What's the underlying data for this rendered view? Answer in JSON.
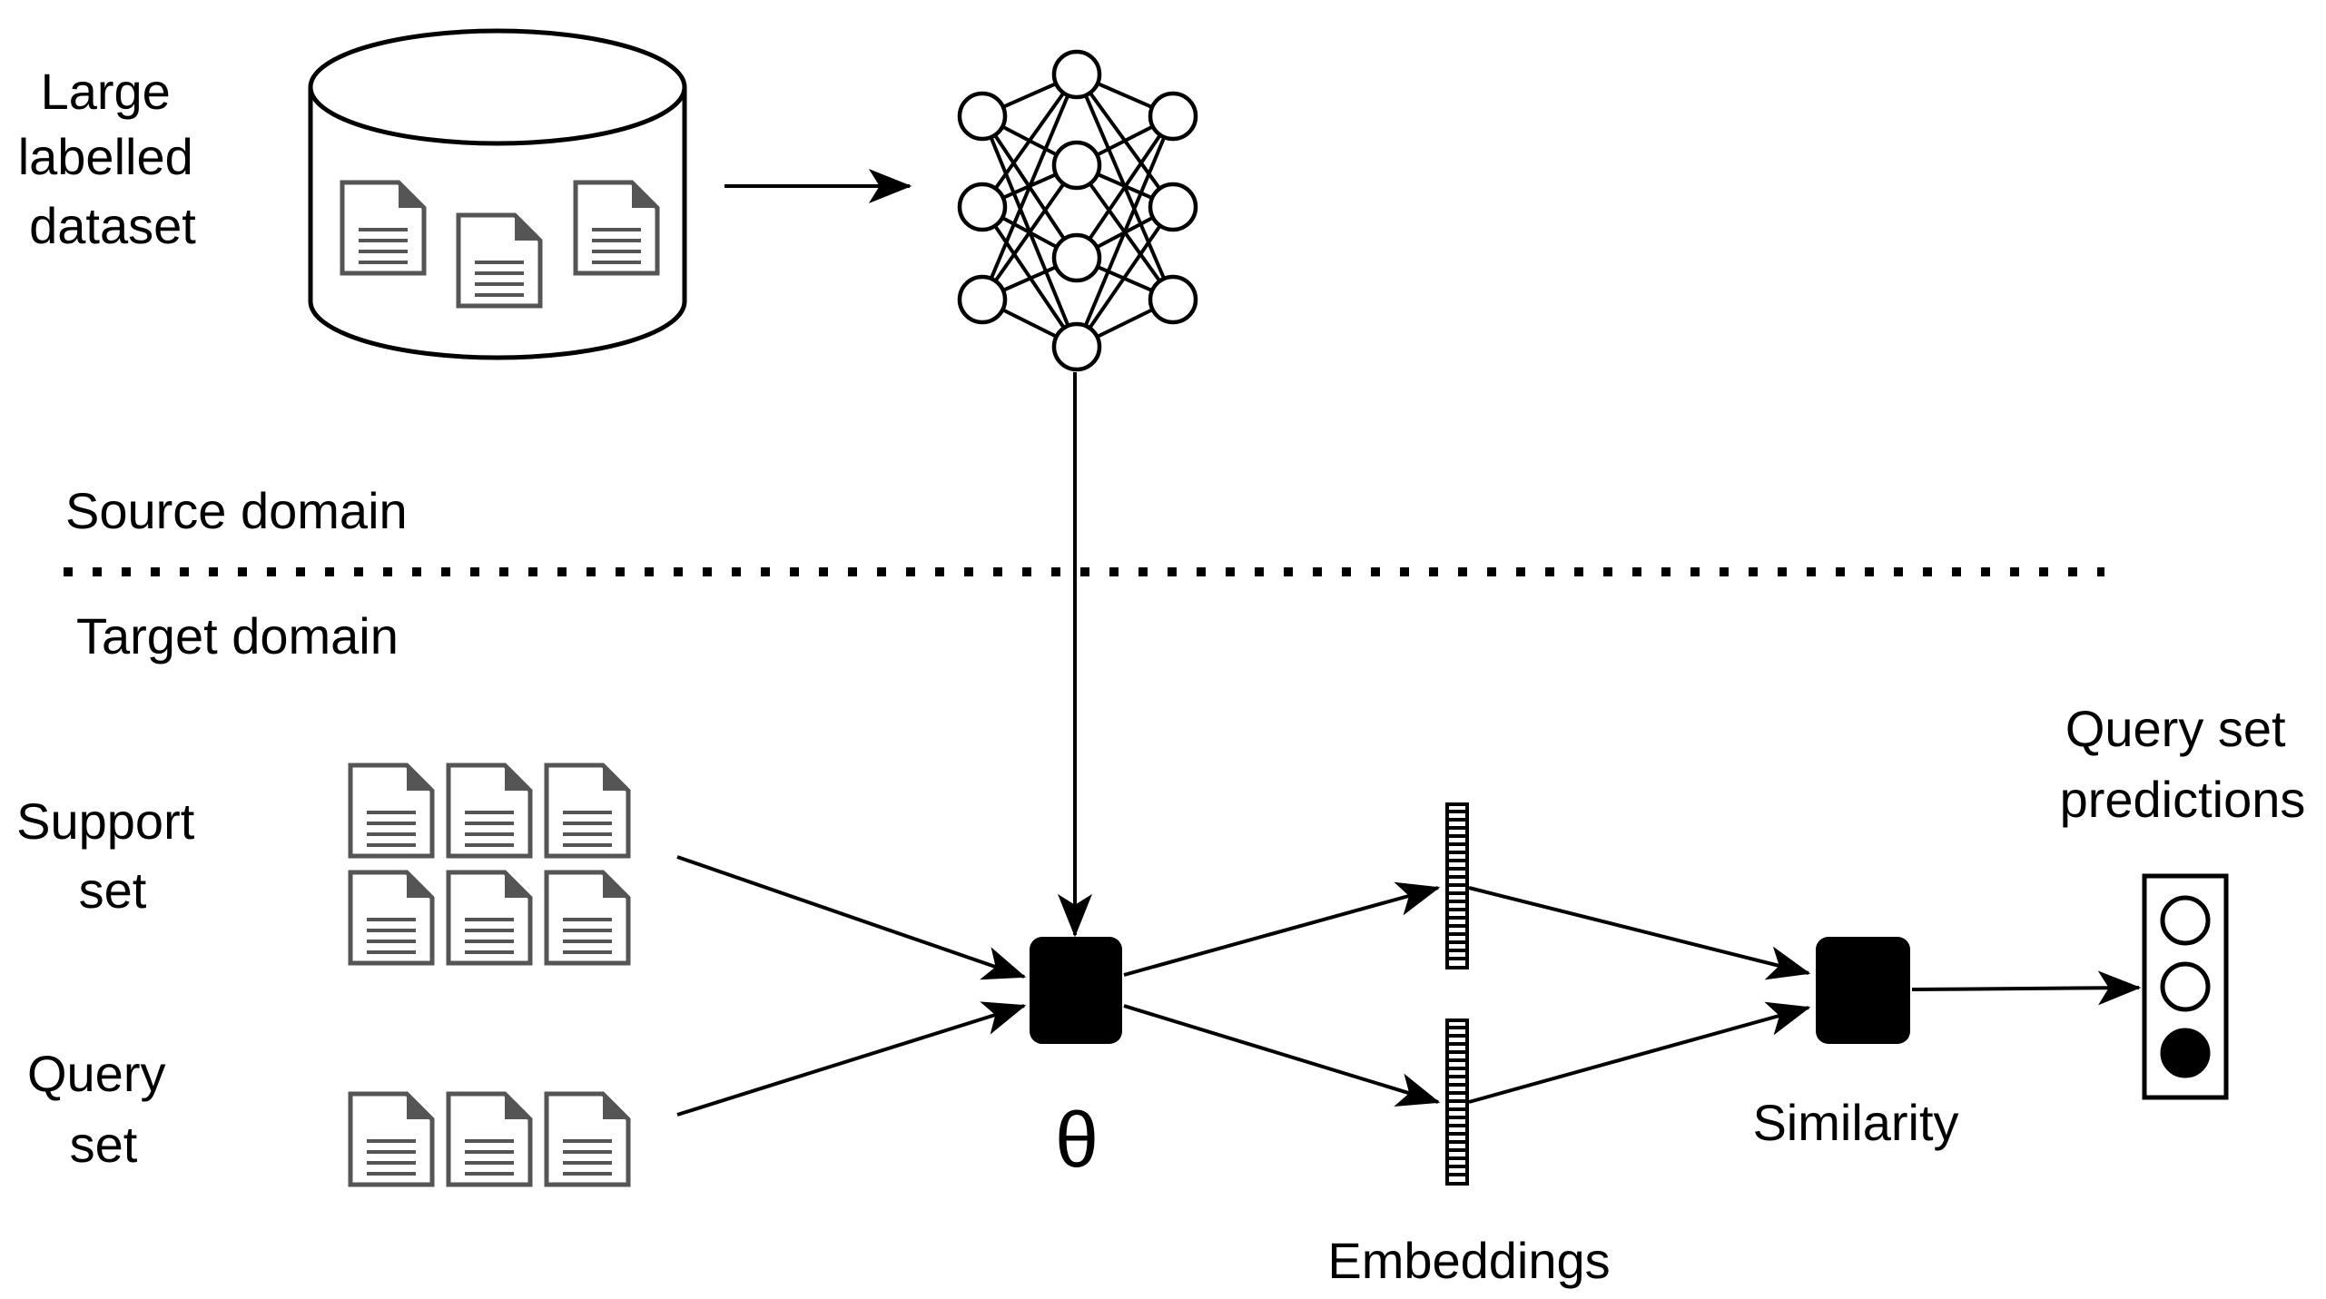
{
  "labels": {
    "large_dataset": [
      "Large",
      "labelled",
      "dataset"
    ],
    "source_domain": "Source domain",
    "target_domain": "Target domain",
    "support_set": [
      "Support",
      "set"
    ],
    "query_set": [
      "Query",
      "set"
    ],
    "model_param": "θ",
    "embeddings": "Embeddings",
    "similarity": "Similarity",
    "predictions": [
      "Query set",
      "predictions"
    ]
  },
  "predictions_indicator": {
    "count": 3,
    "filled_index": 2
  },
  "colors": {
    "ink": "#000000",
    "document": "#555555",
    "background": "#ffffff"
  },
  "icons": [
    "database-icon",
    "neural-network-icon",
    "document-icon",
    "embedding-vector-icon",
    "prediction-indicator-icon"
  ]
}
